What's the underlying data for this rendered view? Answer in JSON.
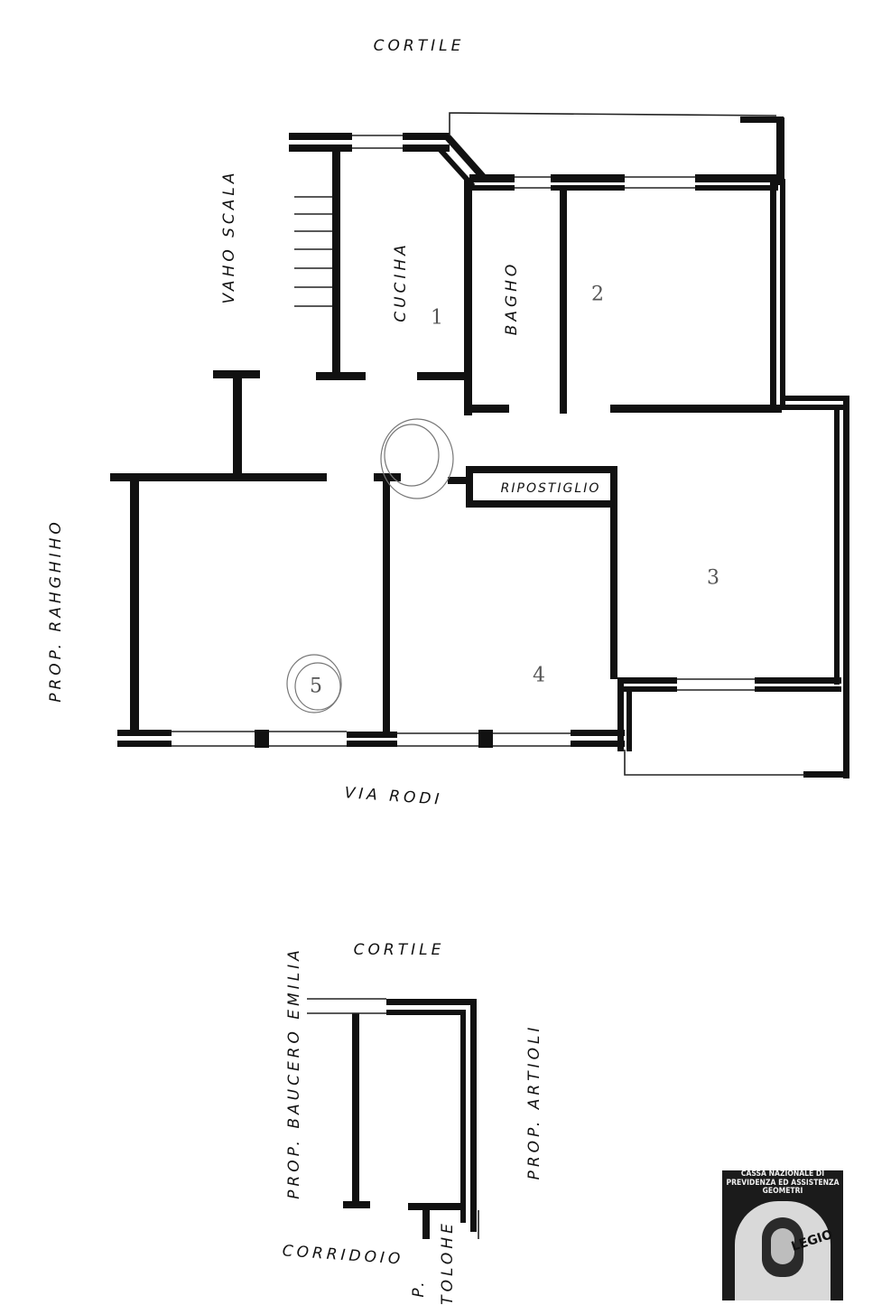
{
  "labels": {
    "cortile_top": "CORTILE",
    "vano_scala": "VAHO SCALA",
    "cucina": "CUCIHA",
    "bagno": "BAGHO",
    "ripostiglio": "RIPOSTIGLIO",
    "prop_ranghino": "PROP. RAHGHIHO",
    "via_rodi": "VIA RODI",
    "cortile_bottom": "CORTILE",
    "prop_baucero": "PROP. BAUCERO EMILIA",
    "prop_artioli": "PROP. ARTIOLI",
    "corridoio": "CORRIDOIO",
    "prop_bottom_fragment": "P.",
    "tolone_fragment": "TOLOHE"
  },
  "room_numbers": {
    "n1": "1",
    "n2": "2",
    "n3": "3",
    "n4": "4",
    "n5": "5"
  },
  "stamp": {
    "text": "CASSA NAZIONALE DI PREVIDENZA ED ASSISTENZA GEOMETRI",
    "word": "LEGIO"
  },
  "colors": {
    "wall": "#111111",
    "thin_line": "#222222",
    "pencil": "#555555",
    "background": "#ffffff"
  }
}
